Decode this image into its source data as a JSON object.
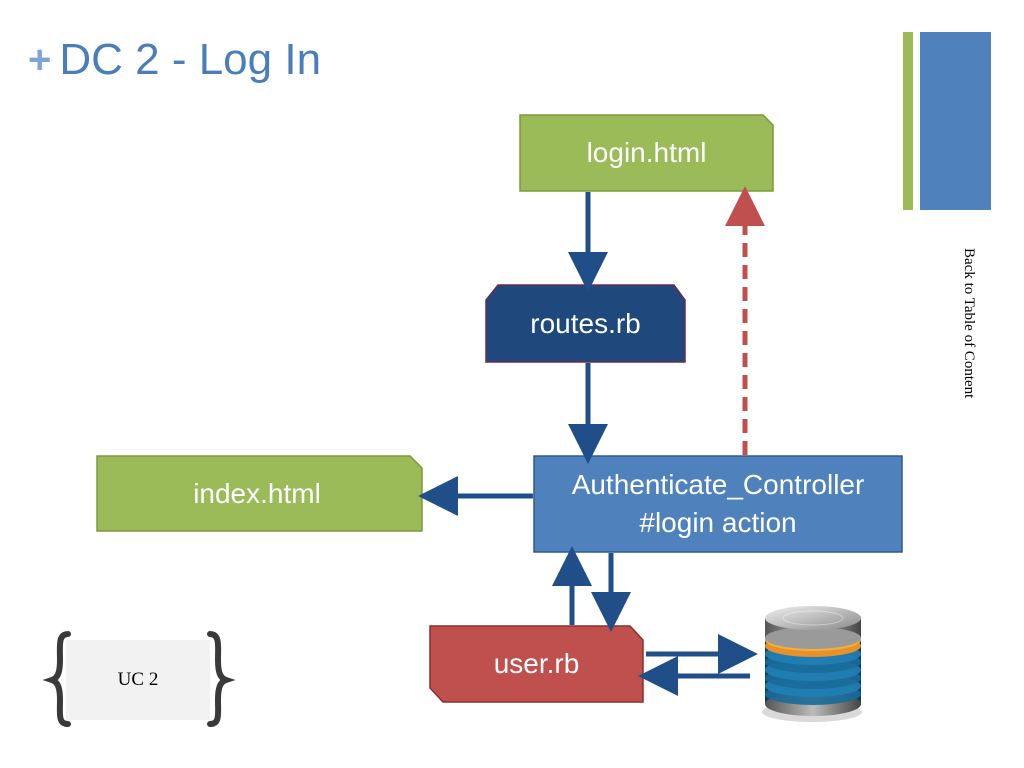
{
  "slide": {
    "plus_icon": "plus-icon",
    "title": "DC 2 - Log In",
    "toc_link": "Back to Table of Content"
  },
  "nodes": {
    "login": "login.html",
    "routes": "routes.rb",
    "controller_line1": "Authenticate_Controller",
    "controller_line2": "#login action",
    "index": "index.html",
    "user": "user.rb",
    "database_icon": "database-icon"
  },
  "badge": {
    "label": "UC 2"
  },
  "colors": {
    "green": "#9bbb59",
    "navy": "#1f497d",
    "blue": "#4f81bd",
    "red": "#c0504d",
    "arrow_blue": "#1f4e89",
    "arrow_red_dashed": "#c0504d",
    "title_blue": "#4a7ebb"
  }
}
